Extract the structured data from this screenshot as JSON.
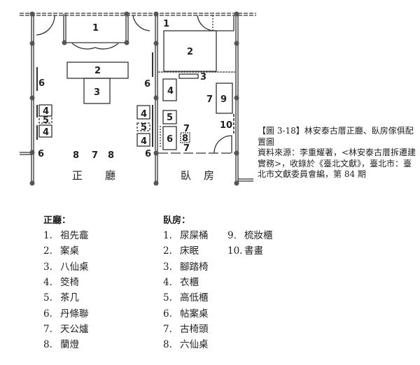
{
  "diagram": {
    "hall_labels": {
      "shrine": "1",
      "table": "2",
      "eight_table": "3",
      "chair": "4",
      "tea": "5",
      "couplet": "6",
      "altar": "7",
      "lamp": "8"
    },
    "bed_labels": {
      "chamber_pot": "1",
      "bed": "2",
      "footstool": "3",
      "wardrobe": "4",
      "cabinet": "5",
      "desk": "6",
      "chair": "7",
      "six_table": "8",
      "dresser": "9",
      "painting": "10"
    },
    "hall_name": [
      "正",
      "廳"
    ],
    "bedroom_name": [
      "臥",
      "房"
    ]
  },
  "caption": {
    "title": "【圖 3-18】林安泰古厝正廳、臥房傢俱配置圖",
    "source": "資料來源：李重耀著，<林安泰古厝拆遷建實務>，收錄於《臺北文獻》，臺北市：臺北市文獻委員會編，第 84 期"
  },
  "legend": {
    "hall": {
      "heading": "正廳：",
      "items": [
        {
          "num": "1.",
          "name": "祖先龕"
        },
        {
          "num": "2.",
          "name": "案桌"
        },
        {
          "num": "3.",
          "name": "八仙桌"
        },
        {
          "num": "4.",
          "name": "筊椅"
        },
        {
          "num": "5.",
          "name": "茶几"
        },
        {
          "num": "6.",
          "name": "丹條聯"
        },
        {
          "num": "7.",
          "name": "天公爐"
        },
        {
          "num": "8.",
          "name": "蘭燈"
        }
      ]
    },
    "bedroom": {
      "heading": "臥房：",
      "items": [
        {
          "num": "1.",
          "name": "尿屎桶"
        },
        {
          "num": "2.",
          "name": "床眠"
        },
        {
          "num": "3.",
          "name": "腳踏椅"
        },
        {
          "num": "4.",
          "name": "衣櫃"
        },
        {
          "num": "5.",
          "name": "高低櫃"
        },
        {
          "num": "6.",
          "name": "帖案桌"
        },
        {
          "num": "7.",
          "name": "古椅頭"
        },
        {
          "num": "8.",
          "name": "六仙桌"
        },
        {
          "num": "9.",
          "name": "梳妝櫃"
        },
        {
          "num": "10.",
          "name": "書畫"
        }
      ]
    }
  }
}
